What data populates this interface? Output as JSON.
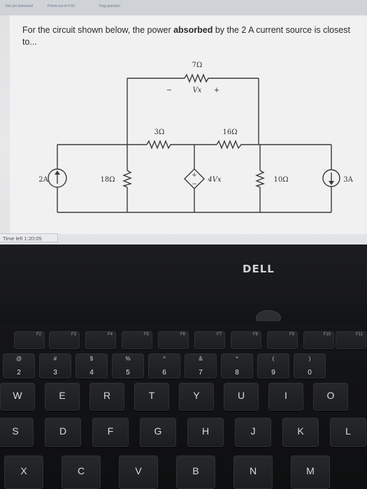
{
  "quiz": {
    "meta_left": "Not yet answered",
    "meta_points": "Points out of 4.50",
    "meta_flag": "Flag question",
    "question_pre": "For the circuit shown below, the power ",
    "question_bold": "absorbed",
    "question_post": " by the 2 A current source is closest",
    "question_line2": "to...",
    "timer": "Time left 1:20:05"
  },
  "circuit": {
    "r_top": "7Ω",
    "vx_label": "Vx",
    "minus": "−",
    "plus": "+",
    "r3": "3Ω",
    "r16": "16Ω",
    "r18": "18Ω",
    "r10": "10Ω",
    "src_2a": "2A",
    "dep_src": "4Vx",
    "src_3a": "3A"
  },
  "brand": {
    "logo": "DELL"
  },
  "keyboard": {
    "fn_row": [
      "F2",
      "F3",
      "F4",
      "F5",
      "F6",
      "F7",
      "F8",
      "F9",
      "F10",
      "F11"
    ],
    "num_row": [
      {
        "sym": "@",
        "num": "2"
      },
      {
        "sym": "#",
        "num": "3"
      },
      {
        "sym": "$",
        "num": "4"
      },
      {
        "sym": "%",
        "num": "5"
      },
      {
        "sym": "^",
        "num": "6"
      },
      {
        "sym": "&",
        "num": "7"
      },
      {
        "sym": "*",
        "num": "8"
      },
      {
        "sym": "(",
        "num": "9"
      },
      {
        "sym": ")",
        "num": "0"
      }
    ],
    "row_w": [
      "W",
      "E",
      "R",
      "T",
      "Y",
      "U",
      "I",
      "O"
    ],
    "row_s": [
      "S",
      "D",
      "F",
      "G",
      "H",
      "J",
      "K",
      "L"
    ],
    "row_x": [
      "X",
      "C",
      "V",
      "B",
      "N",
      "M"
    ]
  },
  "colors": {
    "screen_bg": "#e3e4e6",
    "wire": "#3a3a3a",
    "keys": "#1f2023"
  }
}
